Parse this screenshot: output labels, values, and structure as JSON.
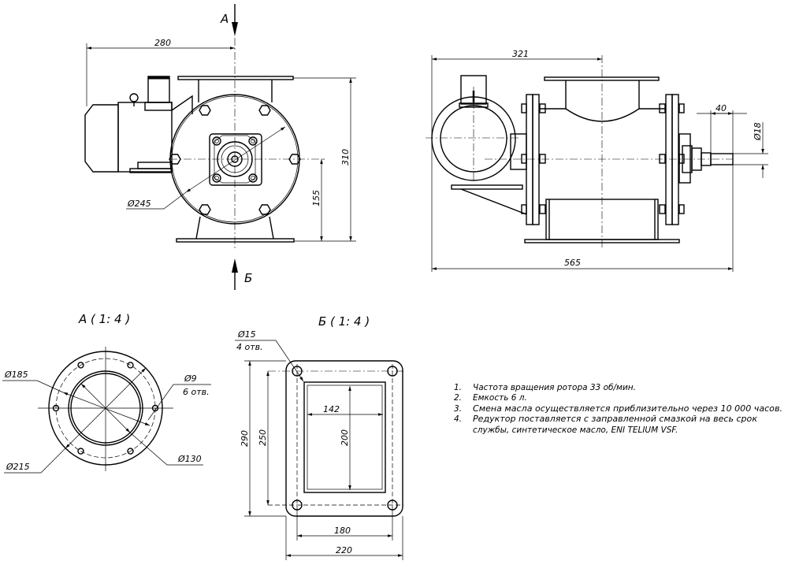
{
  "front_view": {
    "arrow_a": "А",
    "arrow_b": "Б",
    "dim_width": "280",
    "dim_height": "310",
    "dim_axis_height": "155",
    "dim_diameter": "Ø245"
  },
  "side_view": {
    "dim_axis_offset": "321",
    "dim_total_length": "565",
    "dim_shaft_length": "40",
    "dim_shaft_diameter": "Ø18"
  },
  "view_a": {
    "title": "А ( 1: 4 )",
    "dim_outer": "Ø215",
    "dim_bolt_circle": "Ø185",
    "dim_inner": "Ø130",
    "dim_holes": "Ø9",
    "holes_count": "6 отв."
  },
  "view_b": {
    "title": "Б ( 1: 4 )",
    "dim_holes": "Ø15",
    "holes_count": "4 отв.",
    "dim_outer_height": "290",
    "dim_hole_spacing_v": "250",
    "dim_opening_width": "142",
    "dim_opening_height": "200",
    "dim_hole_spacing_h": "180",
    "dim_outer_width": "220"
  },
  "notes": [
    {
      "num": "1.",
      "text": "Частота вращения ротора 33 об/мин."
    },
    {
      "num": "2.",
      "text": "Емкость 6 л."
    },
    {
      "num": "3.",
      "text": "Смена масла осуществляется приблизительно через 10 000 часов."
    },
    {
      "num": "4.",
      "text": "Редуктор поставляется с заправленной смазкой на весь срок"
    },
    {
      "num": "",
      "text": "службы, синтетическое масло, ENI TELIUM VSF."
    }
  ]
}
